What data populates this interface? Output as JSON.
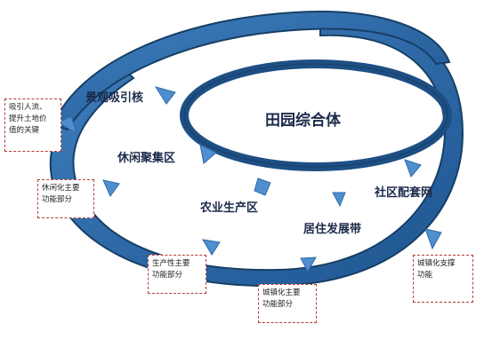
{
  "center_title": "田园综合体",
  "zones": {
    "landscape": "景观吸引核",
    "leisure": "休闲聚集区",
    "agriculture": "农业生产区",
    "residence": "居住发展带",
    "community": "社区配套网"
  },
  "callouts": {
    "attract": "吸引人流、\n提升土地价\n值的关键",
    "leisure_func": "休闲化主要\n功能部分",
    "production_func": "生产性主要\n功能部分",
    "urban_func": "城镇化主要\n功能部分",
    "urban_support": "城镇化支撑\n功能"
  },
  "colors": {
    "ring_fill": "#2d6aa6",
    "ring_edge": "#173f66",
    "arrow": "#4f8fd0",
    "callout_border": "#b23b3b",
    "text": "#1b2a4a"
  }
}
